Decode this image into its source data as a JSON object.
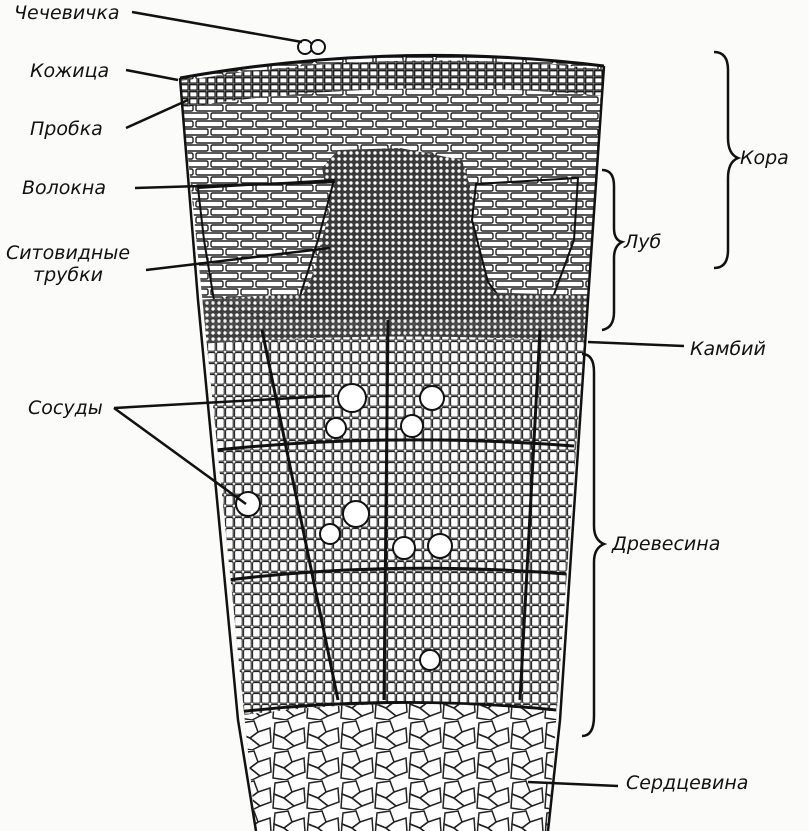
{
  "diagram": {
    "labels": {
      "lenticel": "Чечевичка",
      "epidermis": "Кожица",
      "cork": "Пробка",
      "fibers": "Волокна",
      "sieve_tubes_line1": "Ситовидные",
      "sieve_tubes_line2": "трубки",
      "vessels": "Сосуды",
      "bark": "Кора",
      "phloem": "Луб",
      "cambium": "Камбий",
      "wood": "Древесина",
      "pith": "Сердцевина"
    }
  }
}
